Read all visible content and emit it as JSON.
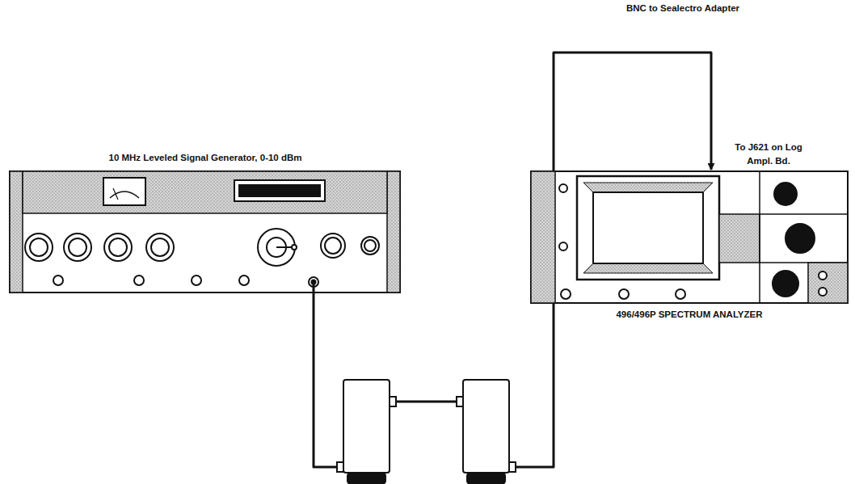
{
  "diagram": {
    "nodes": [
      {
        "text": [
          "10 MHz Leveled Signal Generator, 0-10 dBm"
        ]
      },
      {
        "text": [
          "496/496P SPECTRUM ANALYZER"
        ]
      }
    ],
    "edges": [
      {
        "from": 0,
        "to": 1,
        "arrow": "to"
      }
    ],
    "labels": [
      "BNC to Sealectro Adapter",
      "To J621 on Log Ampl. Bd."
    ]
  }
}
